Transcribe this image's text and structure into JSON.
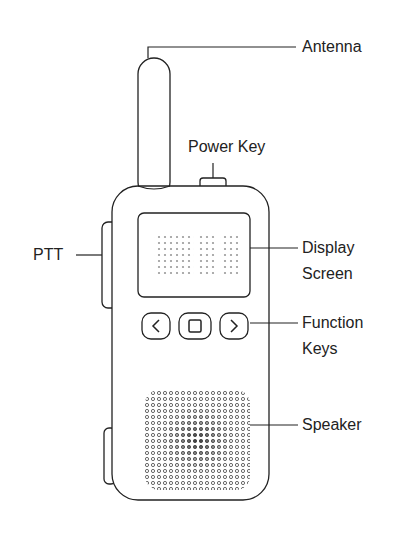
{
  "diagram": {
    "labels": [
      "Antenna",
      "Power Key",
      "PTT",
      "Display Screen",
      "Function Keys",
      "Speaker"
    ]
  }
}
